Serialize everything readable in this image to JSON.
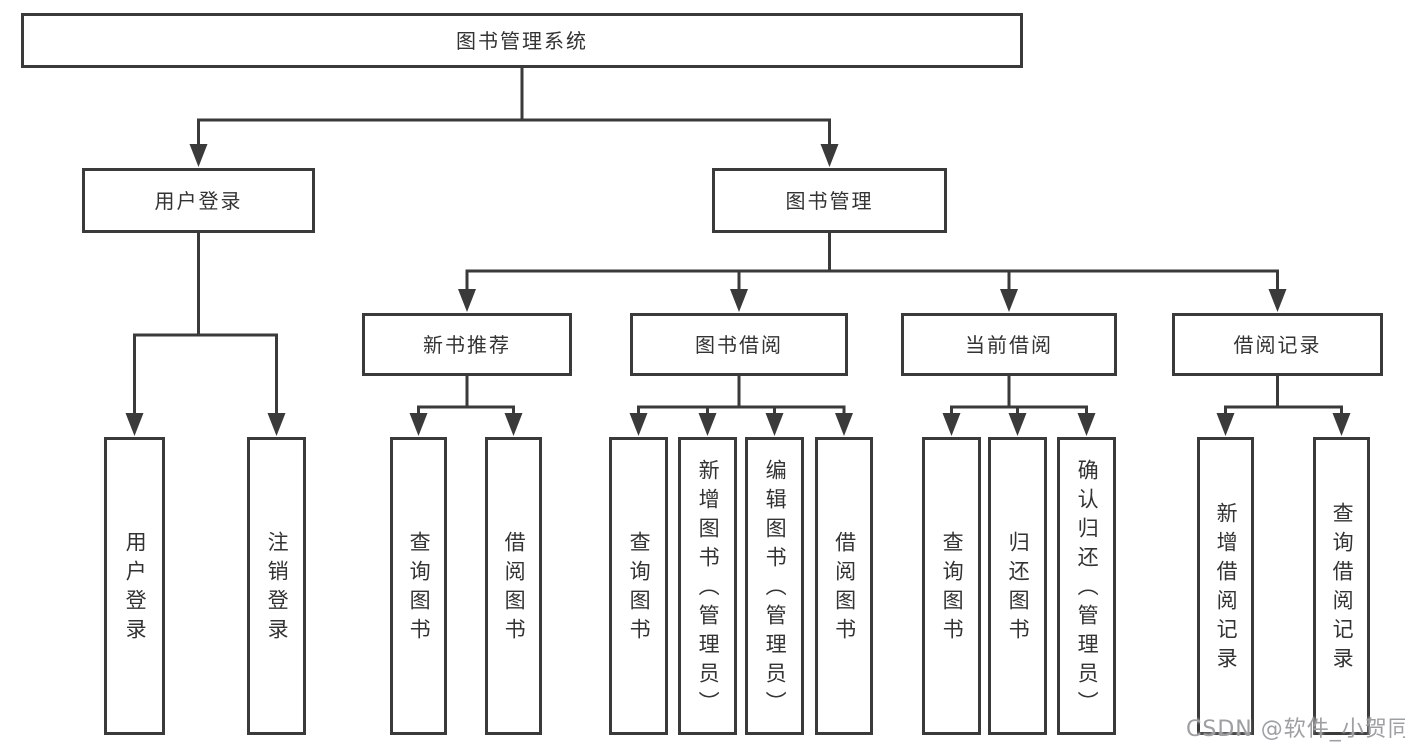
{
  "diagram": {
    "title": "图书管理系统",
    "nodes": [
      {
        "id": "root",
        "label": "图书管理系统",
        "orientation": "horizontal"
      },
      {
        "id": "user-login",
        "label": "用户登录",
        "orientation": "horizontal"
      },
      {
        "id": "book-mgmt",
        "label": "图书管理",
        "orientation": "horizontal"
      },
      {
        "id": "new-book-rec",
        "label": "新书推荐",
        "orientation": "horizontal"
      },
      {
        "id": "book-borrow",
        "label": "图书借阅",
        "orientation": "horizontal"
      },
      {
        "id": "current-borrow",
        "label": "当前借阅",
        "orientation": "horizontal"
      },
      {
        "id": "borrow-records",
        "label": "借阅记录",
        "orientation": "horizontal"
      },
      {
        "id": "v-user-login",
        "label": "用户登录",
        "orientation": "vertical"
      },
      {
        "id": "v-logout",
        "label": "注销登录",
        "orientation": "vertical"
      },
      {
        "id": "v-nbr-query",
        "label": "查询图书",
        "orientation": "vertical"
      },
      {
        "id": "v-nbr-borrow",
        "label": "借阅图书",
        "orientation": "vertical"
      },
      {
        "id": "v-bb-query",
        "label": "查询图书",
        "orientation": "vertical"
      },
      {
        "id": "v-bb-add",
        "label": "新增图书（管理员）",
        "orientation": "vertical"
      },
      {
        "id": "v-bb-edit",
        "label": "编辑图书（管理员）",
        "orientation": "vertical"
      },
      {
        "id": "v-bb-borrow",
        "label": "借阅图书",
        "orientation": "vertical"
      },
      {
        "id": "v-cb-query",
        "label": "查询图书",
        "orientation": "vertical"
      },
      {
        "id": "v-cb-return",
        "label": "归还图书",
        "orientation": "vertical"
      },
      {
        "id": "v-cb-confirm",
        "label": "确认归还（管理员）",
        "orientation": "vertical"
      },
      {
        "id": "v-br-add",
        "label": "新增借阅记录",
        "orientation": "vertical"
      },
      {
        "id": "v-br-query",
        "label": "查询借阅记录",
        "orientation": "vertical"
      }
    ],
    "edges": [
      {
        "parent": "root",
        "children": [
          "user-login",
          "book-mgmt"
        ]
      },
      {
        "parent": "user-login",
        "children": [
          "v-user-login",
          "v-logout"
        ]
      },
      {
        "parent": "book-mgmt",
        "children": [
          "new-book-rec",
          "book-borrow",
          "current-borrow",
          "borrow-records"
        ]
      },
      {
        "parent": "new-book-rec",
        "children": [
          "v-nbr-query",
          "v-nbr-borrow"
        ]
      },
      {
        "parent": "book-borrow",
        "children": [
          "v-bb-query",
          "v-bb-add",
          "v-bb-edit",
          "v-bb-borrow"
        ]
      },
      {
        "parent": "current-borrow",
        "children": [
          "v-cb-query",
          "v-cb-return",
          "v-cb-confirm"
        ]
      },
      {
        "parent": "borrow-records",
        "children": [
          "v-br-add",
          "v-br-query"
        ]
      }
    ],
    "colors": {
      "line": "#3a3a3a",
      "text": "#333333",
      "background": "#ffffff",
      "watermark": "#9da0a3"
    }
  },
  "watermark": "CSDN @软件_小贺同学"
}
